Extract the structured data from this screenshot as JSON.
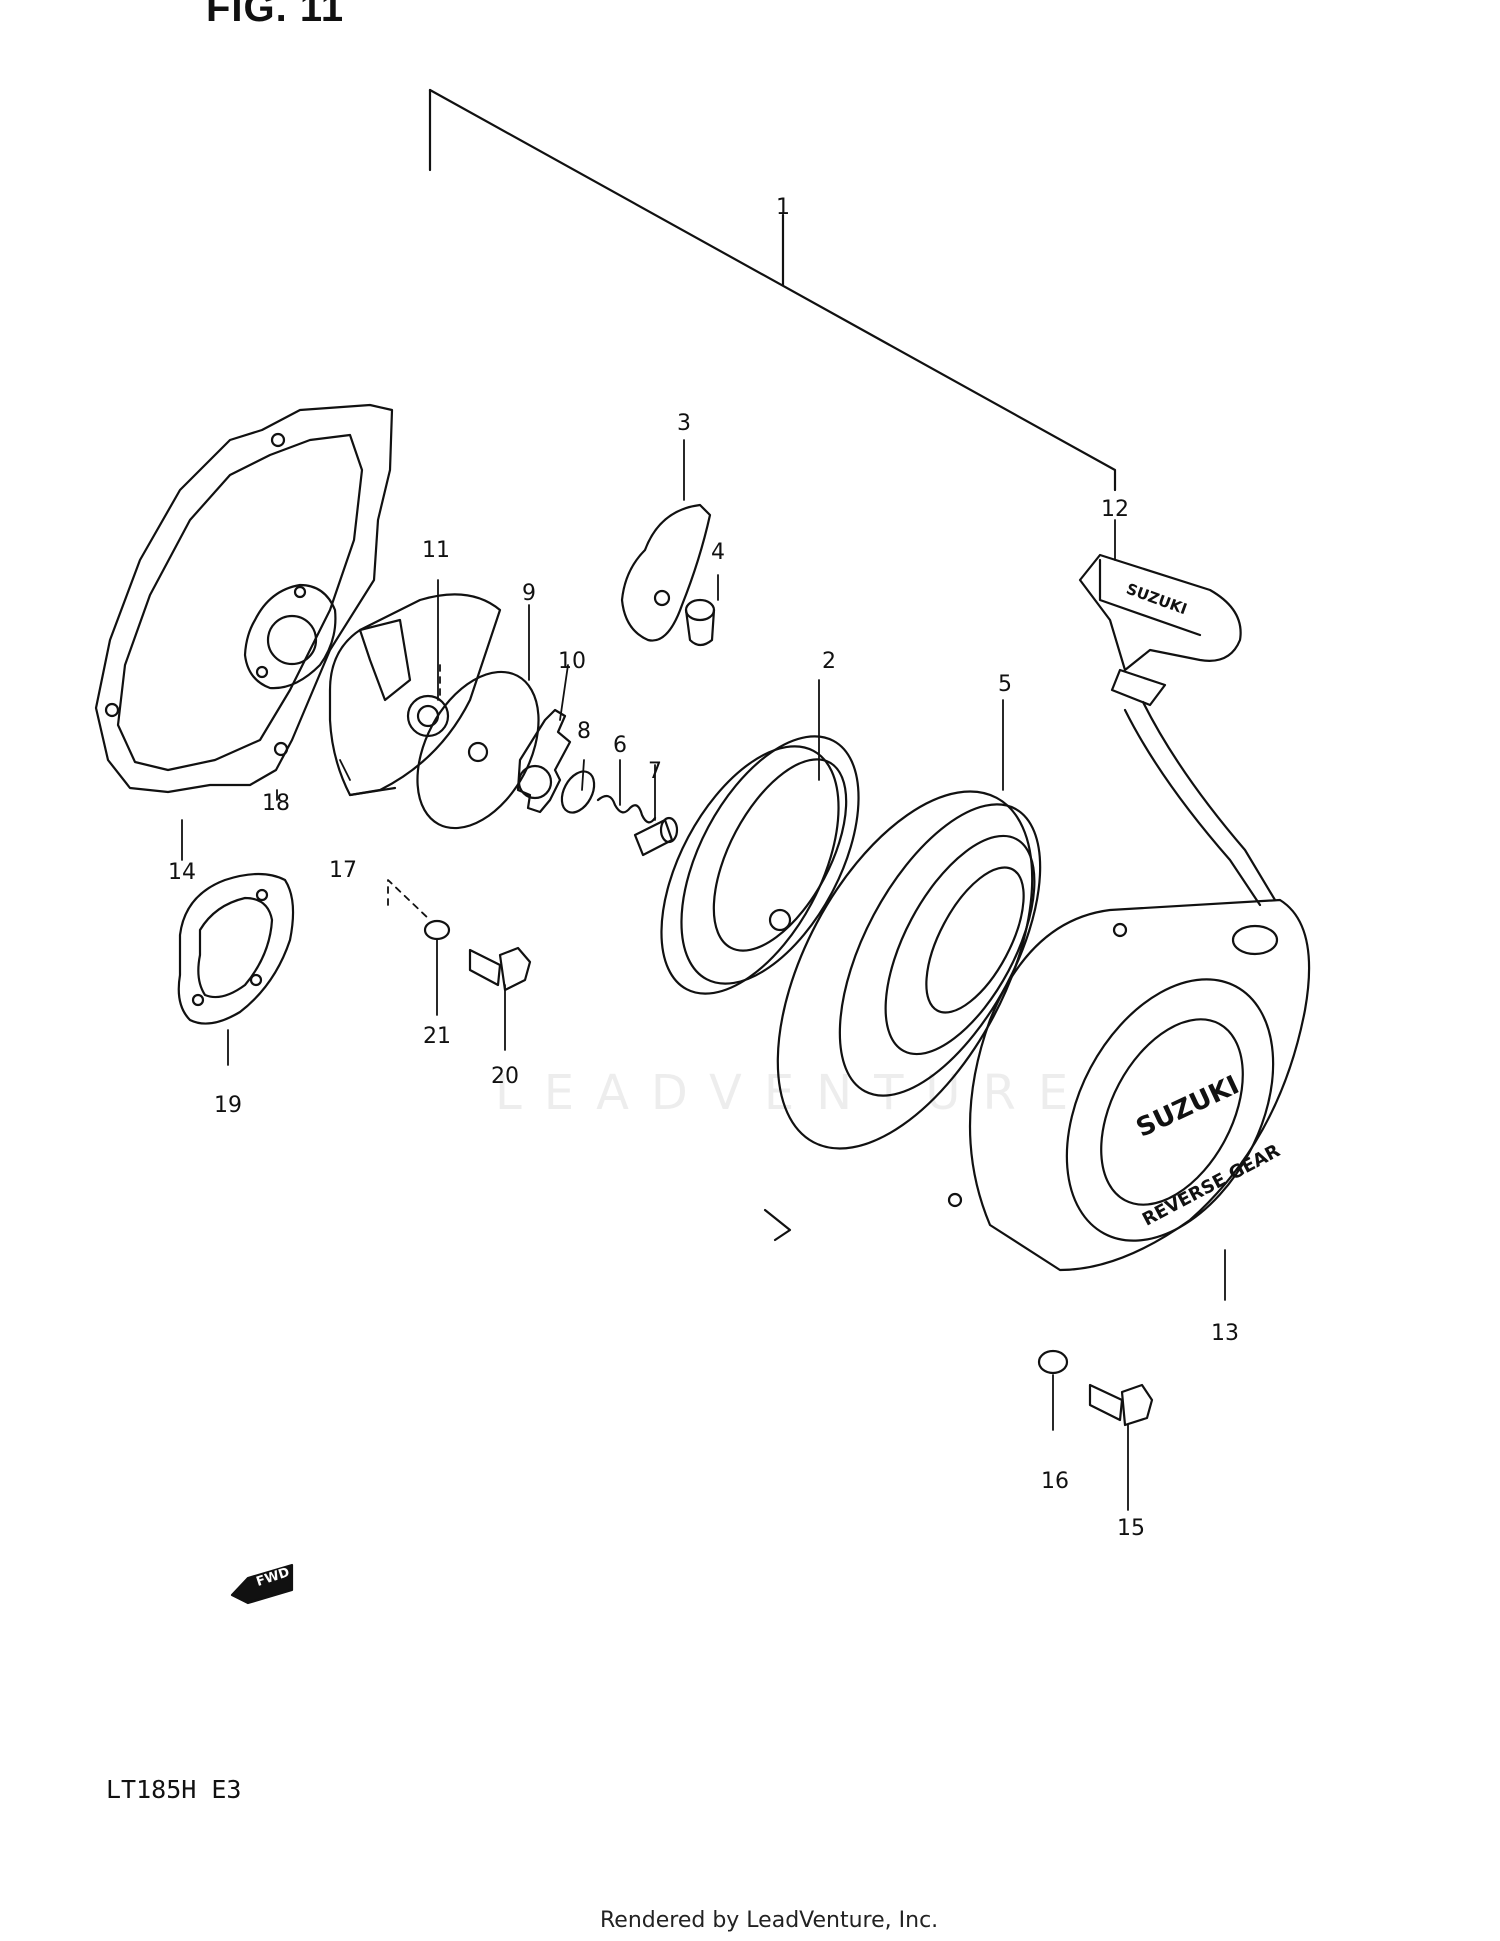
{
  "title": "FIG. 11",
  "model": "LT185H E3",
  "footer": "Rendered by LeadVenture, Inc.",
  "watermark": "LEADVENTURE",
  "callouts": [
    {
      "id": "1",
      "part": "recoil-starter-assembly"
    },
    {
      "id": "2",
      "part": "starter-drum"
    },
    {
      "id": "3",
      "part": "ratchet-pawl"
    },
    {
      "id": "4",
      "part": "pawl-pin"
    },
    {
      "id": "5",
      "part": "recoil-spring"
    },
    {
      "id": "6",
      "part": "spring"
    },
    {
      "id": "7",
      "part": "shaft"
    },
    {
      "id": "8",
      "part": "washer"
    },
    {
      "id": "9",
      "part": "friction-plate"
    },
    {
      "id": "10",
      "part": "ratchet-guide"
    },
    {
      "id": "11",
      "part": "nut"
    },
    {
      "id": "12",
      "part": "handle-with-rope"
    },
    {
      "id": "13",
      "part": "starter-case"
    },
    {
      "id": "14",
      "part": "gasket"
    },
    {
      "id": "15",
      "part": "bolt"
    },
    {
      "id": "16",
      "part": "washer"
    },
    {
      "id": "17",
      "part": "starter-cup"
    },
    {
      "id": "18",
      "part": "plate"
    },
    {
      "id": "19",
      "part": "plate"
    },
    {
      "id": "20",
      "part": "bolt"
    },
    {
      "id": "21",
      "part": "washer"
    }
  ],
  "case_text": {
    "brand": "SUZUKI",
    "sub": "REVERSE GEAR"
  },
  "handle_text": "SUZUKI",
  "fwd_label": "FWD",
  "colors": {
    "line": "#111111",
    "paper": "#ffffff"
  }
}
